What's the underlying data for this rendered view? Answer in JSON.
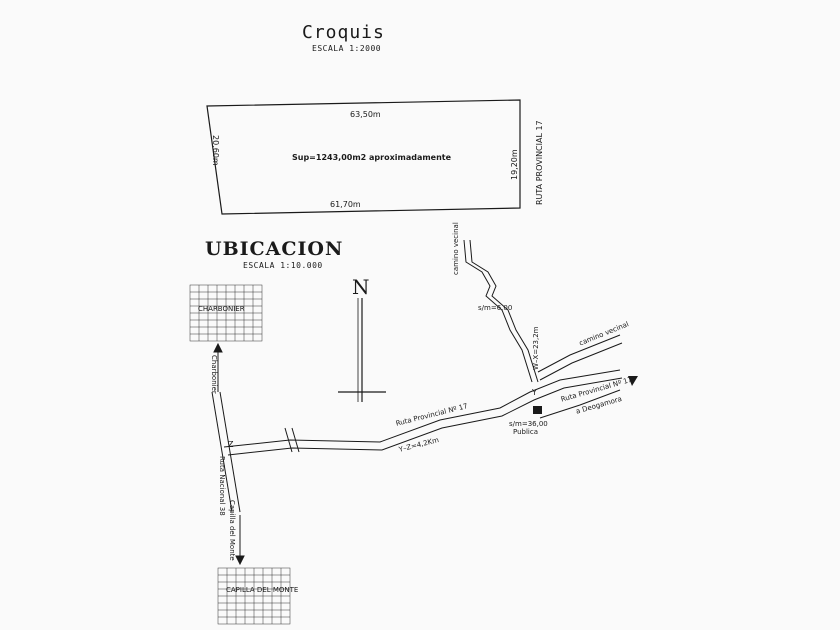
{
  "croquis": {
    "title": "Croquis",
    "scale": "ESCALA 1:2000",
    "top_length": "63,50m",
    "bottom_length": "61,70m",
    "left_length": "20,60m",
    "right_length": "19,20m",
    "area": "Sup=1243,00m2 aproximadamente",
    "road_label": "RUTA PROVINCIAL 17"
  },
  "ubicacion": {
    "title": "UBICACION",
    "scale": "ESCALA 1:10.000",
    "north": "N",
    "town_top": "CHARBONIER",
    "town_bottom": "CAPILLA DEL MONTE",
    "road_charbonier": "Charbonier",
    "road_capilla": "Capilla del Monte",
    "ruta_nacional": "Ruta Nacional 38",
    "ruta_provincial": "Ruta Provincial Nº 17",
    "ruta_dist": "Y–Z=4,2Km",
    "ruta_provincial_right": "Ruta Provincial Nº 17",
    "ruta_deogamora": "a Deogamora",
    "camino_vecinal_top": "camino vecinal",
    "camino_vecinal_right": "camino vecinal",
    "dist_a": "s/m=6,00",
    "dist_b": "s/m=36,00",
    "dist_vertical": "W–X=23,2m",
    "publica": "Publica",
    "point_z": "Z",
    "point_y": "Y"
  }
}
